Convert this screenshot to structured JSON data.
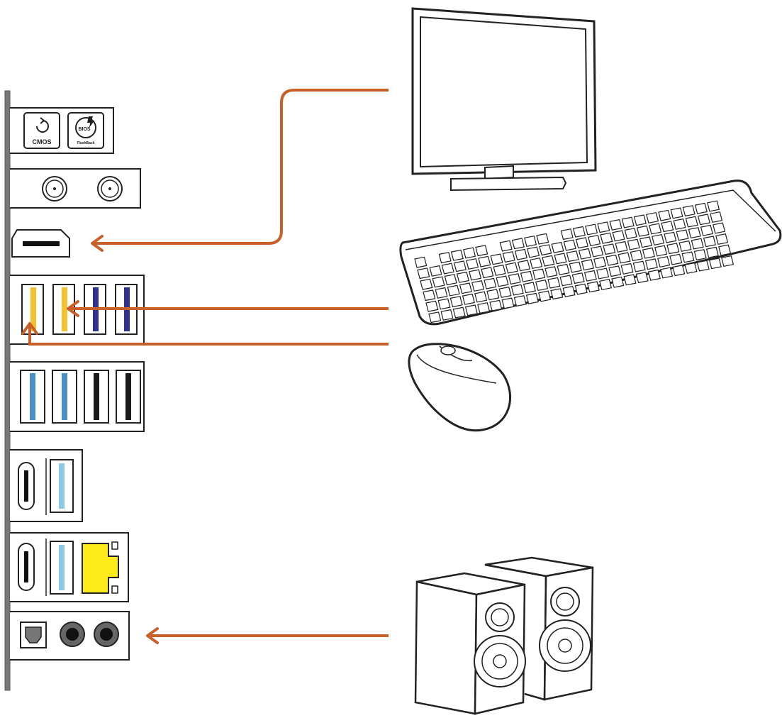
{
  "io_panel": {
    "cmos_label": "CMOS",
    "bios_label": "BIOS",
    "flashback_label": "FlashBack"
  },
  "colors": {
    "arrow": "#c8602a",
    "usb2": "#f3c22e",
    "usb3_gen1": "#2e3192",
    "usb3_gen2": "#4a90c8",
    "usb_black": "#1a1a1a",
    "usb_light": "#8ecae6",
    "lan": "#ffeb1a",
    "outline": "#222222"
  },
  "icons": [
    "clear-cmos-icon",
    "bios-flashback-icon",
    "monitor-icon",
    "keyboard-icon",
    "mouse-icon",
    "speakers-icon"
  ]
}
